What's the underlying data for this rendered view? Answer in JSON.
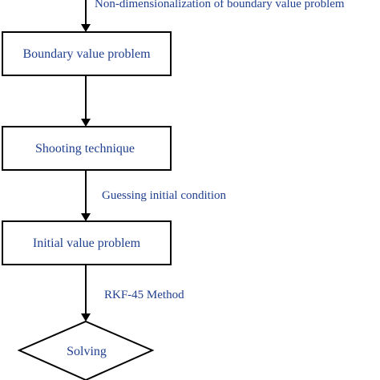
{
  "diagram": {
    "type": "flowchart",
    "edge_label_top": "Non-dimensionalization of boundary value problem",
    "nodes": {
      "boundary": "Boundary value problem",
      "shooting": "Shooting technique",
      "initial": "Initial value problem",
      "solving": "Solving"
    },
    "edge_labels": {
      "guess": "Guessing initial condition",
      "rkf": "RKF-45 Method"
    },
    "colors": {
      "text": "#1f3f8f",
      "stroke": "#000000"
    }
  }
}
